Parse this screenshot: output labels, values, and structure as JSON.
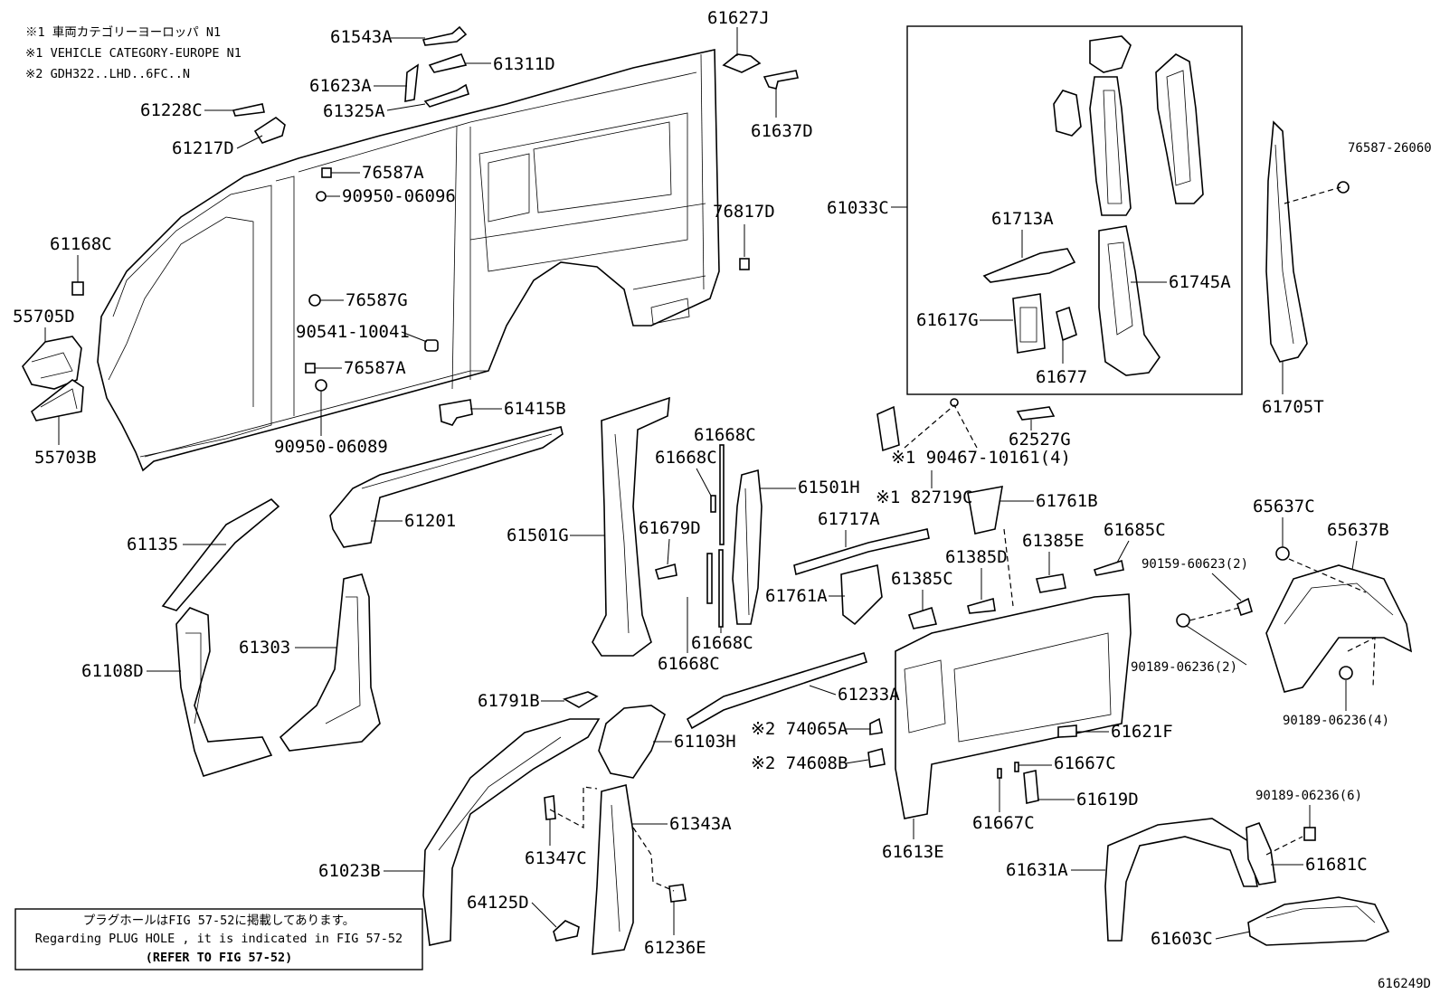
{
  "notes": {
    "line1": "※1 車両カテゴリーヨーロッパ N1",
    "line2": "※1 VEHICLE CATEGORY-EUROPE N1",
    "line3": "※2 GDH322..LHD..6FC..N"
  },
  "footer_note": {
    "jp": "プラグホールはFIG 57-52に掲載してあります。",
    "en": "Regarding PLUG HOLE , it is indicated in FIG 57-52",
    "refer": "(REFER TO FIG 57-52)"
  },
  "figure_id": "616249D",
  "parts": [
    {
      "id": "p61543A",
      "label": "61543A"
    },
    {
      "id": "p61311D",
      "label": "61311D"
    },
    {
      "id": "p61623A",
      "label": "61623A"
    },
    {
      "id": "p61325A",
      "label": "61325A"
    },
    {
      "id": "p61228C",
      "label": "61228C"
    },
    {
      "id": "p61217D",
      "label": "61217D"
    },
    {
      "id": "p61627J",
      "label": "61627J"
    },
    {
      "id": "p61637D",
      "label": "61637D"
    },
    {
      "id": "p76587A_1",
      "label": "76587A"
    },
    {
      "id": "p90950_06096",
      "label": "90950-06096"
    },
    {
      "id": "p76817D",
      "label": "76817D"
    },
    {
      "id": "p61168C",
      "label": "61168C"
    },
    {
      "id": "p55705D",
      "label": "55705D"
    },
    {
      "id": "p76587G",
      "label": "76587G"
    },
    {
      "id": "p90541_10041",
      "label": "90541-10041"
    },
    {
      "id": "p76587A_2",
      "label": "76587A"
    },
    {
      "id": "p55703B",
      "label": "55703B"
    },
    {
      "id": "p90950_06089",
      "label": "90950-06089"
    },
    {
      "id": "p61415B",
      "label": "61415B"
    },
    {
      "id": "p61033C",
      "label": "61033C"
    },
    {
      "id": "p61713A",
      "label": "61713A"
    },
    {
      "id": "p61745A",
      "label": "61745A"
    },
    {
      "id": "p61617G",
      "label": "61617G"
    },
    {
      "id": "p61677",
      "label": "61677"
    },
    {
      "id": "p76587_26060",
      "label": "76587-26060"
    },
    {
      "id": "p61705T",
      "label": "61705T"
    },
    {
      "id": "p62527G",
      "label": "62527G"
    },
    {
      "id": "p90467_10161",
      "label": "※1 90467-10161(4)"
    },
    {
      "id": "p82719C",
      "label": "※1 82719C"
    },
    {
      "id": "p61668C_1",
      "label": "61668C"
    },
    {
      "id": "p61668C_2",
      "label": "61668C"
    },
    {
      "id": "p61501H",
      "label": "61501H"
    },
    {
      "id": "p61501G",
      "label": "61501G"
    },
    {
      "id": "p61679D",
      "label": "61679D"
    },
    {
      "id": "p61668C_3",
      "label": "61668C"
    },
    {
      "id": "p61668C_4",
      "label": "61668C"
    },
    {
      "id": "p61135",
      "label": "61135"
    },
    {
      "id": "p61201",
      "label": "61201"
    },
    {
      "id": "p61303",
      "label": "61303"
    },
    {
      "id": "p61108D",
      "label": "61108D"
    },
    {
      "id": "p61717A",
      "label": "61717A"
    },
    {
      "id": "p61761B",
      "label": "61761B"
    },
    {
      "id": "p61385E",
      "label": "61385E"
    },
    {
      "id": "p61685C",
      "label": "61685C"
    },
    {
      "id": "p61385D",
      "label": "61385D"
    },
    {
      "id": "p61385C",
      "label": "61385C"
    },
    {
      "id": "p61761A",
      "label": "61761A"
    },
    {
      "id": "p65637C",
      "label": "65637C"
    },
    {
      "id": "p65637B",
      "label": "65637B"
    },
    {
      "id": "p90159_60623",
      "label": "90159-60623(2)"
    },
    {
      "id": "p90189_06236_2",
      "label": "90189-06236(2)"
    },
    {
      "id": "p90189_06236_4",
      "label": "90189-06236(4)"
    },
    {
      "id": "p61233A",
      "label": "61233A"
    },
    {
      "id": "p61791B",
      "label": "61791B"
    },
    {
      "id": "p61103H",
      "label": "61103H"
    },
    {
      "id": "p74065A",
      "label": "※2 74065A"
    },
    {
      "id": "p74608B",
      "label": "※2 74608B"
    },
    {
      "id": "p61621F",
      "label": "61621F"
    },
    {
      "id": "p61667C_1",
      "label": "61667C"
    },
    {
      "id": "p61619D",
      "label": "61619D"
    },
    {
      "id": "p61667C_2",
      "label": "61667C"
    },
    {
      "id": "p61613E",
      "label": "61613E"
    },
    {
      "id": "p61343A",
      "label": "61343A"
    },
    {
      "id": "p61347C",
      "label": "61347C"
    },
    {
      "id": "p61023B",
      "label": "61023B"
    },
    {
      "id": "p64125D",
      "label": "64125D"
    },
    {
      "id": "p61236E",
      "label": "61236E"
    },
    {
      "id": "p90189_06236_6",
      "label": "90189-06236(6)"
    },
    {
      "id": "p61631A",
      "label": "61631A"
    },
    {
      "id": "p61681C",
      "label": "61681C"
    },
    {
      "id": "p61603C",
      "label": "61603C"
    }
  ]
}
